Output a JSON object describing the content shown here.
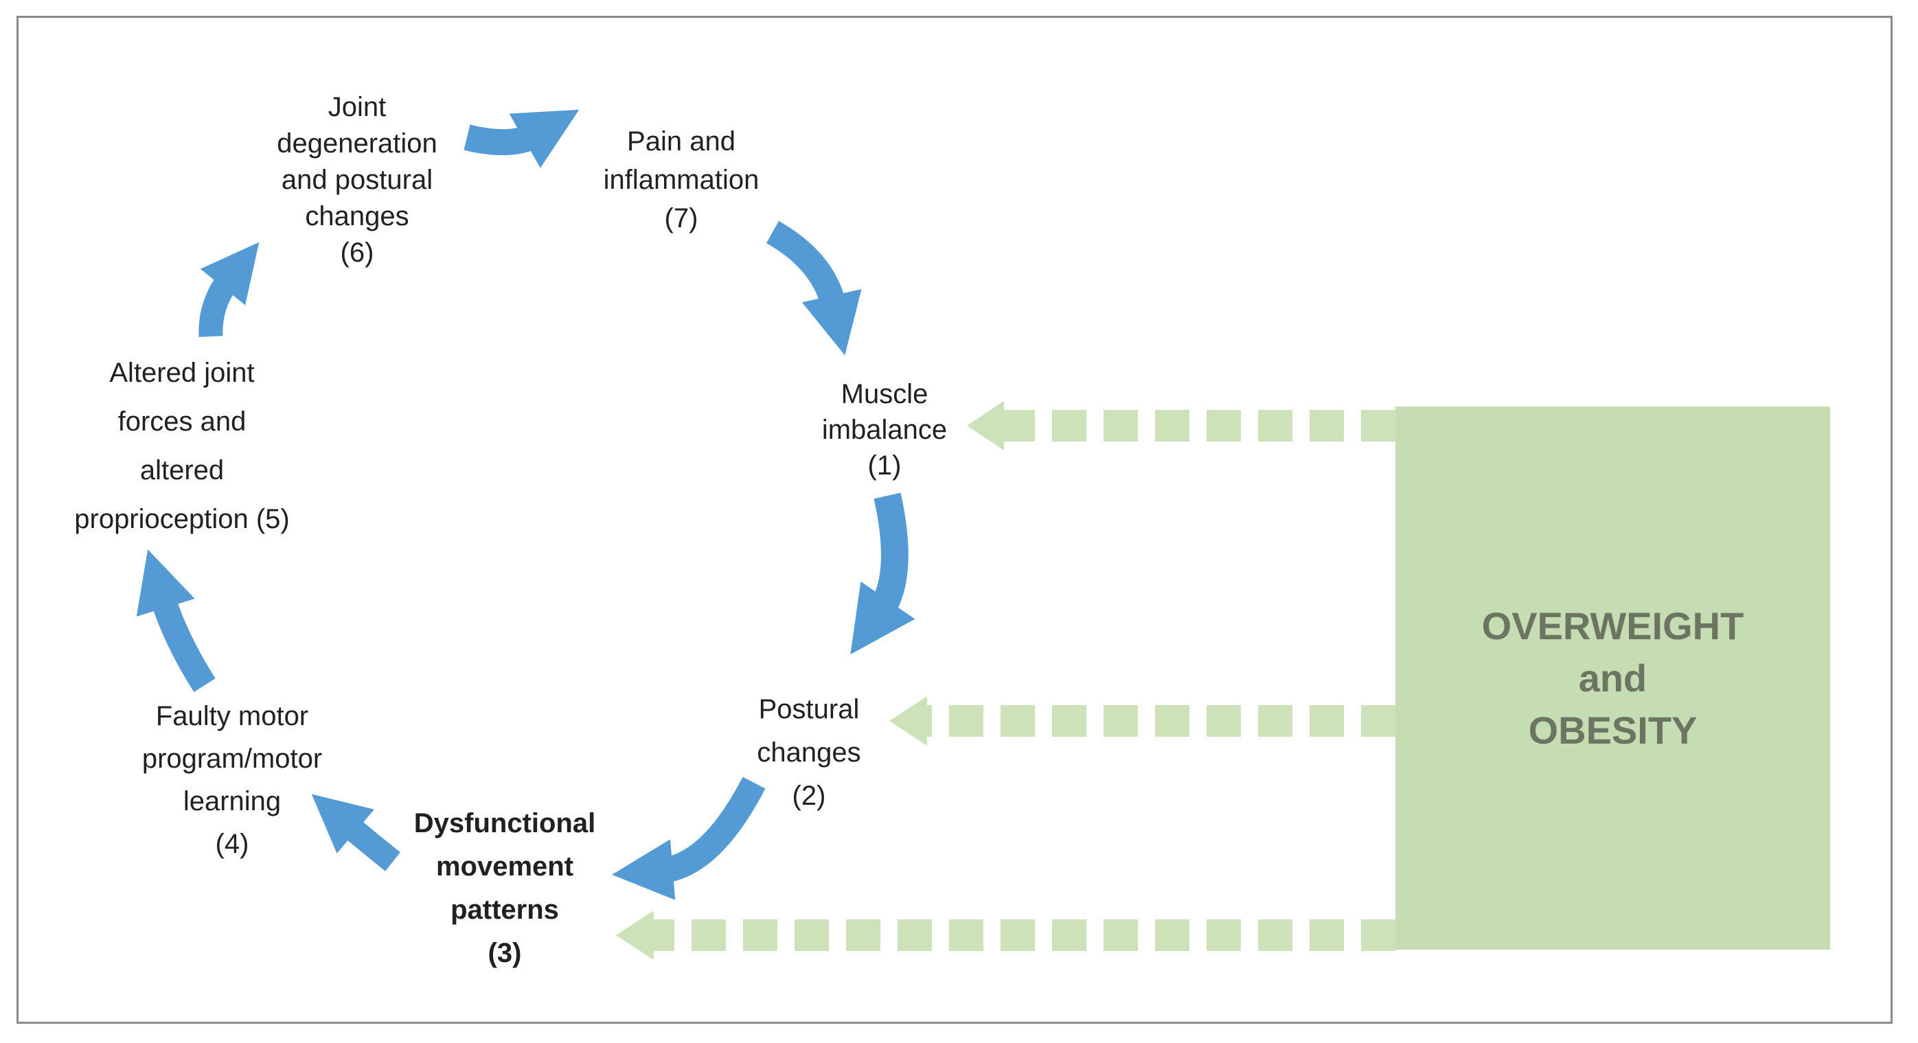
{
  "figure": {
    "cycle_nodes": [
      {
        "name": "muscle-imbalance",
        "lines": [
          "Muscle",
          "imbalance",
          "(1)"
        ]
      },
      {
        "name": "postural-changes",
        "lines": [
          "Postural",
          "changes",
          "(2)"
        ]
      },
      {
        "name": "dysfunctional-movement-patterns",
        "lines": [
          "Dysfunctional",
          "movement",
          "patterns",
          "(3)"
        ]
      },
      {
        "name": "faulty-motor-program",
        "lines": [
          "Faulty motor",
          "program/motor",
          "learning",
          "(4)"
        ]
      },
      {
        "name": "altered-joint-forces",
        "lines": [
          "Altered joint",
          "forces and",
          "altered",
          "proprioception (5)"
        ]
      },
      {
        "name": "joint-degeneration",
        "lines": [
          "Joint",
          "degeneration",
          "and postural",
          "changes",
          "(6)"
        ]
      },
      {
        "name": "pain-inflammation",
        "lines": [
          "Pain and",
          "inflammation",
          "(7)"
        ]
      }
    ],
    "cause_box": {
      "lines": [
        "OVERWEIGHT",
        "and",
        "OBESITY"
      ]
    },
    "colors": {
      "arrow_blue": "#549bd5",
      "dash_green": "#cde2b9",
      "box_green": "#c6dcb2",
      "box_text": "#6b7562",
      "node_text": "#212121",
      "border": "#8a8a8a"
    }
  }
}
